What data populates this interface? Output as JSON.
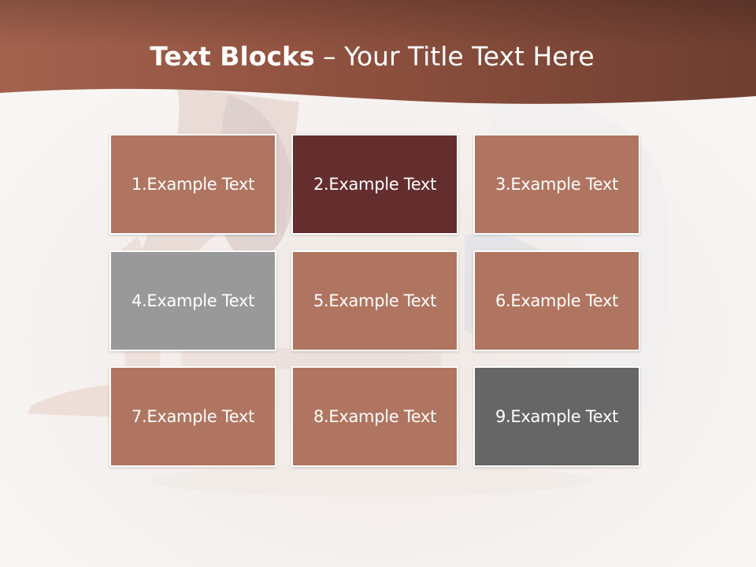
{
  "slide": {
    "title_bold": "Text Blocks",
    "title_separator": " – ",
    "title_rest": "Your Title Text Here"
  },
  "colors": {
    "header_band": "#8b4e3c",
    "block_terracotta": "#b07560",
    "block_maroon": "#652e2e",
    "block_gray": "#999999",
    "block_dark_gray": "#666666"
  },
  "blocks": [
    {
      "label": "1.Example Text",
      "color": "#b07560"
    },
    {
      "label": "2.Example Text",
      "color": "#652e2e"
    },
    {
      "label": "3.Example Text",
      "color": "#b07560"
    },
    {
      "label": "4.Example Text",
      "color": "#999999"
    },
    {
      "label": "5.Example Text",
      "color": "#b07560"
    },
    {
      "label": "6.Example Text",
      "color": "#b07560"
    },
    {
      "label": "7.Example Text",
      "color": "#b07560"
    },
    {
      "label": "8.Example Text",
      "color": "#b07560"
    },
    {
      "label": "9.Example Text",
      "color": "#666666"
    }
  ]
}
